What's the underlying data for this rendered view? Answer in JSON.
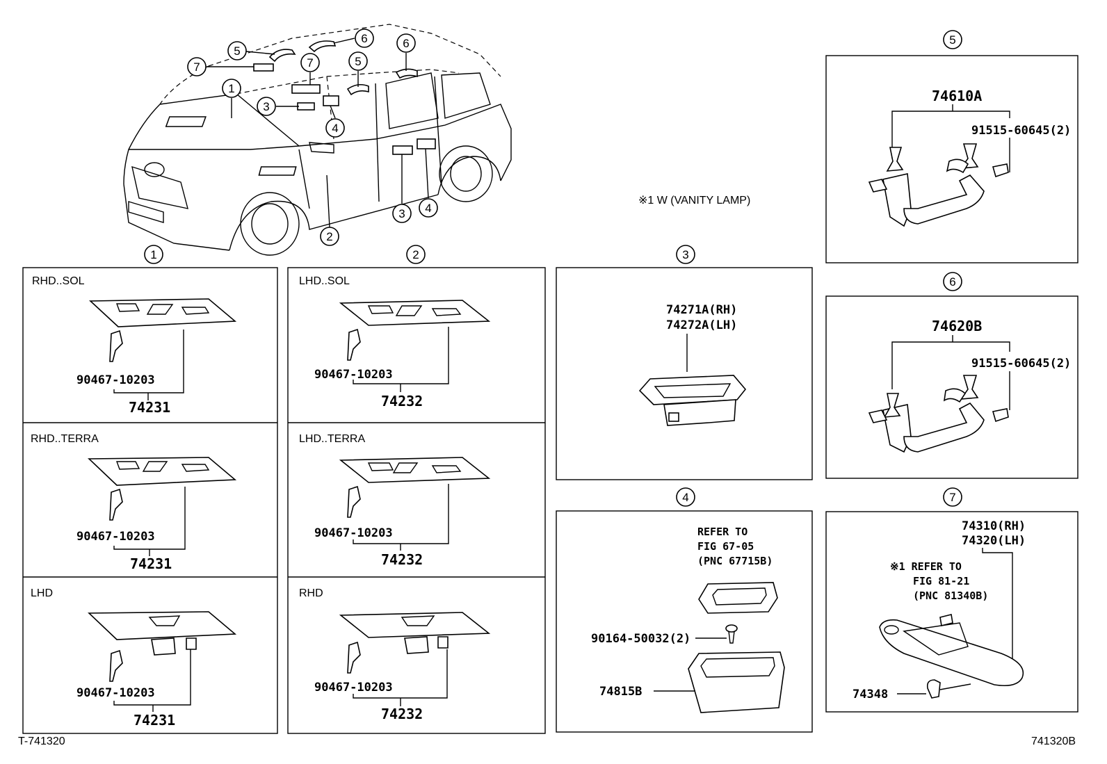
{
  "vehicle_callouts": {
    "c1": "1",
    "c2": "2",
    "c3a": "3",
    "c3b": "3",
    "c4a": "4",
    "c4b": "4",
    "c5a": "5",
    "c5b": "5",
    "c6a": "6",
    "c6b": "6",
    "c7a": "7",
    "c7b": "7"
  },
  "note_vanity": "※1  W (VANITY LAMP)",
  "panel_1": {
    "number": "1",
    "sections": [
      {
        "title": "RHD..SOL",
        "clip": "90467-10203",
        "part": "74231"
      },
      {
        "title": "RHD..TERRA",
        "clip": "90467-10203",
        "part": "74231"
      },
      {
        "title": "LHD",
        "clip": "90467-10203",
        "part": "74231"
      }
    ]
  },
  "panel_2": {
    "number": "2",
    "sections": [
      {
        "title": "LHD..SOL",
        "clip": "90467-10203",
        "part": "74232"
      },
      {
        "title": "LHD..TERRA",
        "clip": "90467-10203",
        "part": "74232"
      },
      {
        "title": "RHD",
        "clip": "90467-10203",
        "part": "74232"
      }
    ]
  },
  "panel_3": {
    "number": "3",
    "part_rh": "74271A(RH)",
    "part_lh": "74272A(LH)"
  },
  "panel_4": {
    "number": "4",
    "refer_line1": "REFER TO",
    "refer_line2": "FIG 67-05",
    "refer_line3": "(PNC 67715B)",
    "screw": "90164-50032(2)",
    "part": "74815B"
  },
  "panel_5": {
    "number": "5",
    "part": "74610A",
    "bolt": "91515-60645(2)"
  },
  "panel_6": {
    "number": "6",
    "part": "74620B",
    "bolt": "91515-60645(2)"
  },
  "panel_7": {
    "number": "7",
    "part_rh": "74310(RH)",
    "part_lh": "74320(LH)",
    "refer_line1": "※1 REFER TO",
    "refer_line2": "FIG 81-21",
    "refer_line3": "(PNC 81340B)",
    "holder": "74348"
  },
  "footer_left": "T-741320",
  "footer_right": "741320B"
}
